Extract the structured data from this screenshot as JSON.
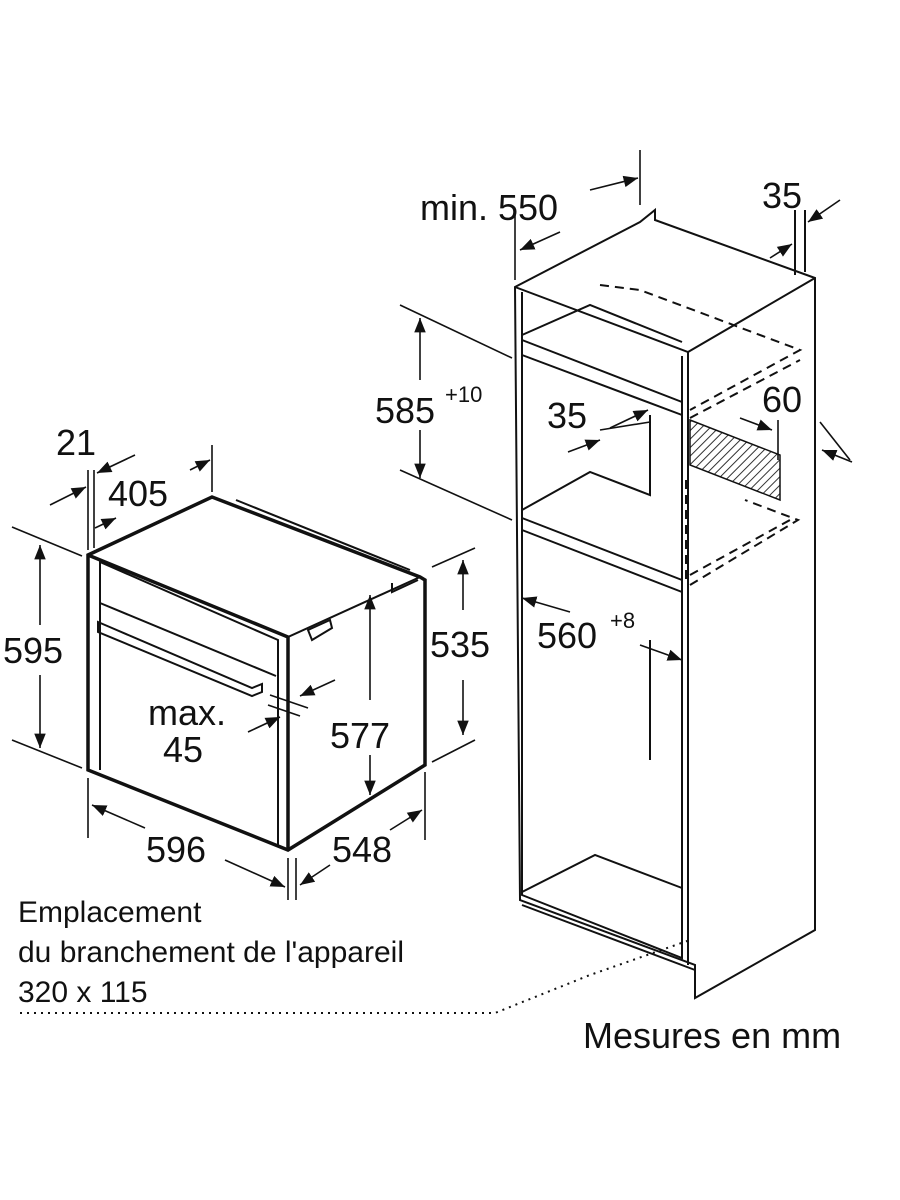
{
  "oven": {
    "depth_front": "21",
    "depth_inner": "405",
    "height": "595",
    "width": "596",
    "depth": "548",
    "height_side": "535",
    "height_inner": "577",
    "panel_max_label": "max.",
    "panel_max_value": "45"
  },
  "cabinet": {
    "min_width_label": "min. 550",
    "rear_gap": "35",
    "niche_height": "585",
    "niche_height_tol": "+10",
    "vent_gap": "35",
    "vent_height": "60",
    "niche_width": "560",
    "niche_width_tol": "+8"
  },
  "connection_note": {
    "line1": "Emplacement",
    "line2": "du branchement de l'appareil",
    "line3": "320 x 115"
  },
  "units_note": "Mesures en mm"
}
